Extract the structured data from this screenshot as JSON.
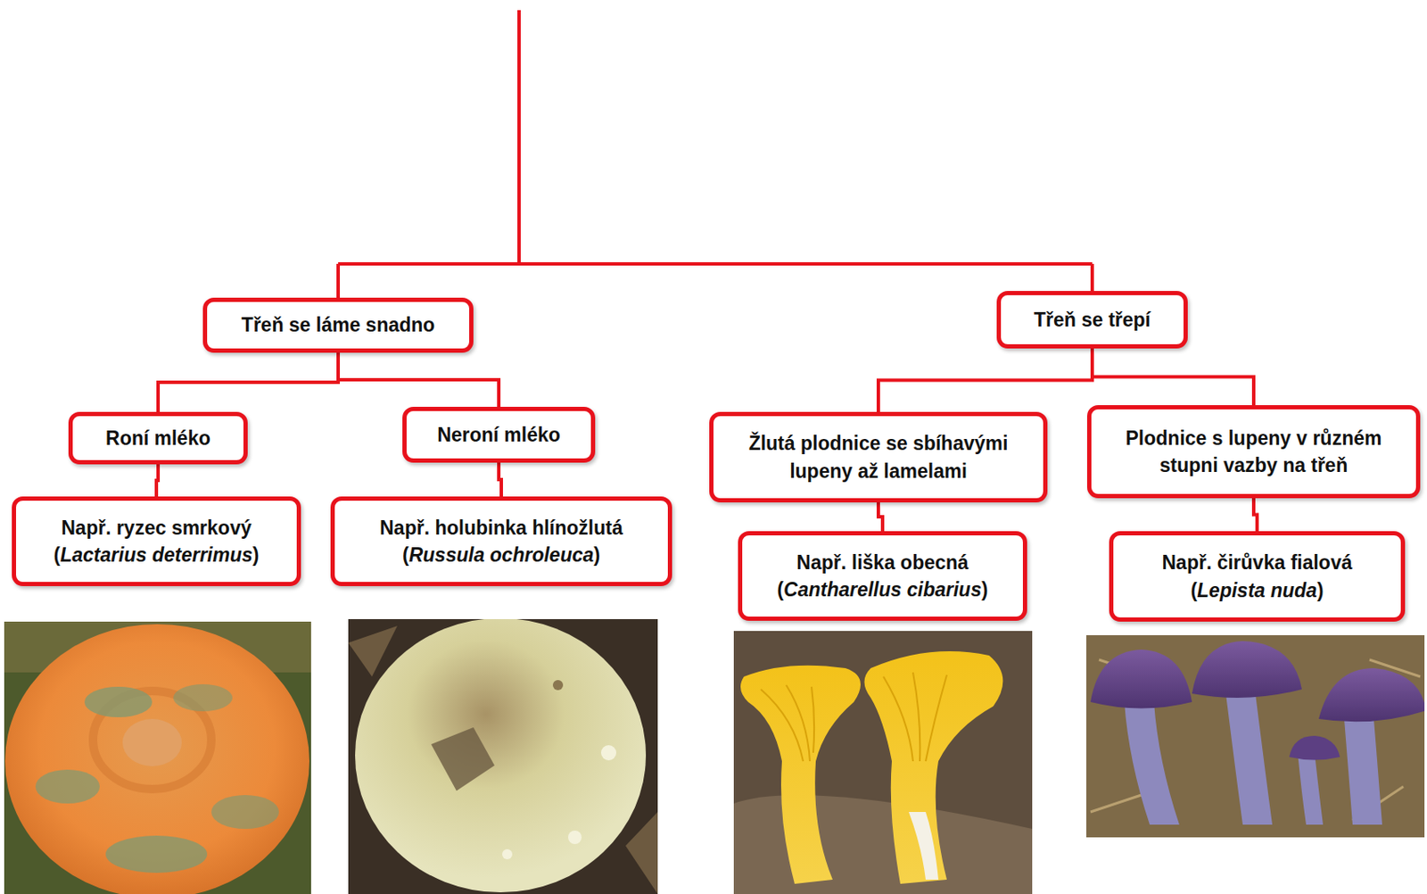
{
  "diagram": {
    "nodes": [
      {
        "text": [
          "Třeň se láme snadno"
        ]
      },
      {
        "text": [
          "Třeň se třepí"
        ]
      },
      {
        "text": [
          "Roní mléko"
        ]
      },
      {
        "text": [
          "Neroní mléko"
        ]
      },
      {
        "text": [
          "Žlutá plodnice se sbíhavými lupeny až lamelami"
        ]
      },
      {
        "text": [
          "Plodnice s lupeny v různém stupni vazby na třeň"
        ]
      },
      {
        "text": [
          "Např. ryzec smrkový (Lactarius deterrimus)"
        ]
      },
      {
        "text": [
          "Např. holubinka hlínožlutá (Russula ochroleuca)"
        ]
      },
      {
        "text": [
          "Např. liška obecná (Cantharellus cibarius)"
        ]
      },
      {
        "text": [
          "Např. čirůvka fialová (Lepista nuda)"
        ]
      }
    ],
    "edges": [
      {
        "from": 0,
        "to": 2,
        "arrow": "none"
      },
      {
        "from": 0,
        "to": 3,
        "arrow": "none"
      },
      {
        "from": 1,
        "to": 4,
        "arrow": "none"
      },
      {
        "from": 1,
        "to": 5,
        "arrow": "none"
      },
      {
        "from": 2,
        "to": 6,
        "arrow": "none"
      },
      {
        "from": 3,
        "to": 7,
        "arrow": "none"
      },
      {
        "from": 4,
        "to": 8,
        "arrow": "none"
      },
      {
        "from": 5,
        "to": 9,
        "arrow": "none"
      }
    ]
  }
}
